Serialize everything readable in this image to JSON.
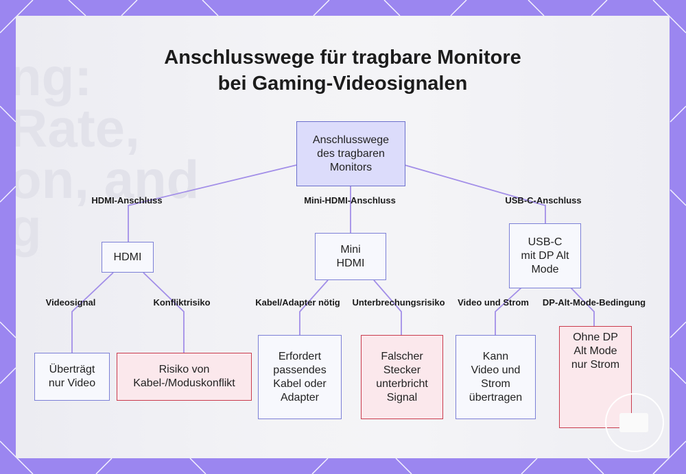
{
  "title": {
    "line1": "Anschlusswege für tragbare Monitore",
    "line2": "bei Gaming-Videosignalen"
  },
  "nodes": {
    "root": "Anschlusswege\ndes tragbaren\nMonitors",
    "hdmi": "HDMI",
    "mini_hdmi": "Mini\nHDMI",
    "usbc": "USB-C\nmit DP Alt\nMode",
    "video_only": "Überträgt\nnur Video",
    "cable_risk": "Risiko von\nKabel-/Moduskonflikt",
    "adapter": "Erfordert\npassendes\nKabel oder\nAdapter",
    "wrong_plug": "Falscher\nStecker\nunterbricht\nSignal",
    "video_power": "Kann\nVideo und\nStrom\nübertragen",
    "power_only": "Ohne DP\nAlt Mode\nnur Strom"
  },
  "edge_labels": {
    "hdmi": "HDMI-Anschluss",
    "mini_hdmi": "Mini-HDMI-Anschluss",
    "usbc": "USB-C-Anschluss",
    "videosignal": "Videosignal",
    "konflikt": "Konfliktrisiko",
    "kabel": "Kabel/Adapter nötig",
    "unterbrechung": "Unterbrechungsrisiko",
    "video_strom": "Video und Strom",
    "dp_bedingung": "DP-Alt-Mode-Bedingung"
  },
  "colors": {
    "background": "#9b86f0",
    "edge": "#a28ee8",
    "node_border": "#7b7fd6",
    "root_fill": "#dcdcfb",
    "risk_border": "#c93a4c",
    "risk_fill": "#fbe8ec"
  }
}
